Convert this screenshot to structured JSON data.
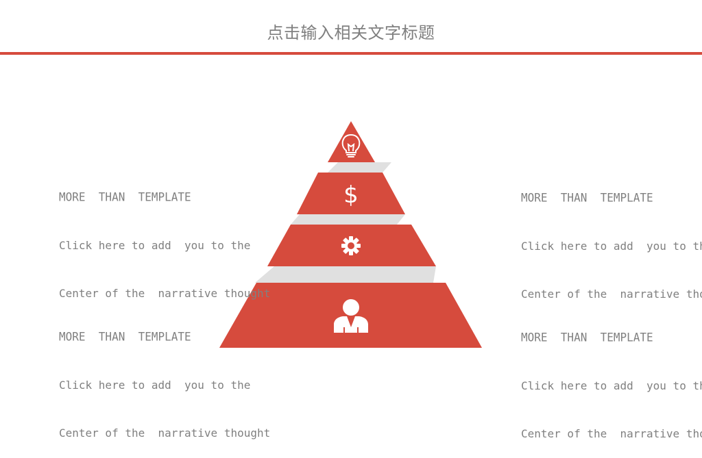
{
  "title": "点击输入相关文字标题",
  "colors": {
    "accent": "#d64b3d",
    "shadow": "#e0e0e0",
    "text": "#808080",
    "icon": "#ffffff"
  },
  "pyramid": {
    "levels": [
      {
        "icon": "lightbulb-icon"
      },
      {
        "icon": "dollar-icon",
        "glyph": "$"
      },
      {
        "icon": "gear-icon"
      },
      {
        "icon": "person-icon"
      }
    ]
  },
  "blocks": {
    "top_left": {
      "heading": "MORE  THAN  TEMPLATE",
      "line1": "Click here to add  you to the",
      "line2": "Center of the  narrative thought"
    },
    "bottom_left": {
      "heading": "MORE  THAN  TEMPLATE",
      "line1": "Click here to add  you to the",
      "line2": "Center of the  narrative thought"
    },
    "top_right": {
      "heading": "MORE  THAN  TEMPLATE",
      "line1": "Click here to add  you to the",
      "line2": "Center of the  narrative thought"
    },
    "bottom_right": {
      "heading": "MORE  THAN  TEMPLATE",
      "line1": "Click here to add  you to the",
      "line2": "Center of the  narrative thought"
    }
  }
}
